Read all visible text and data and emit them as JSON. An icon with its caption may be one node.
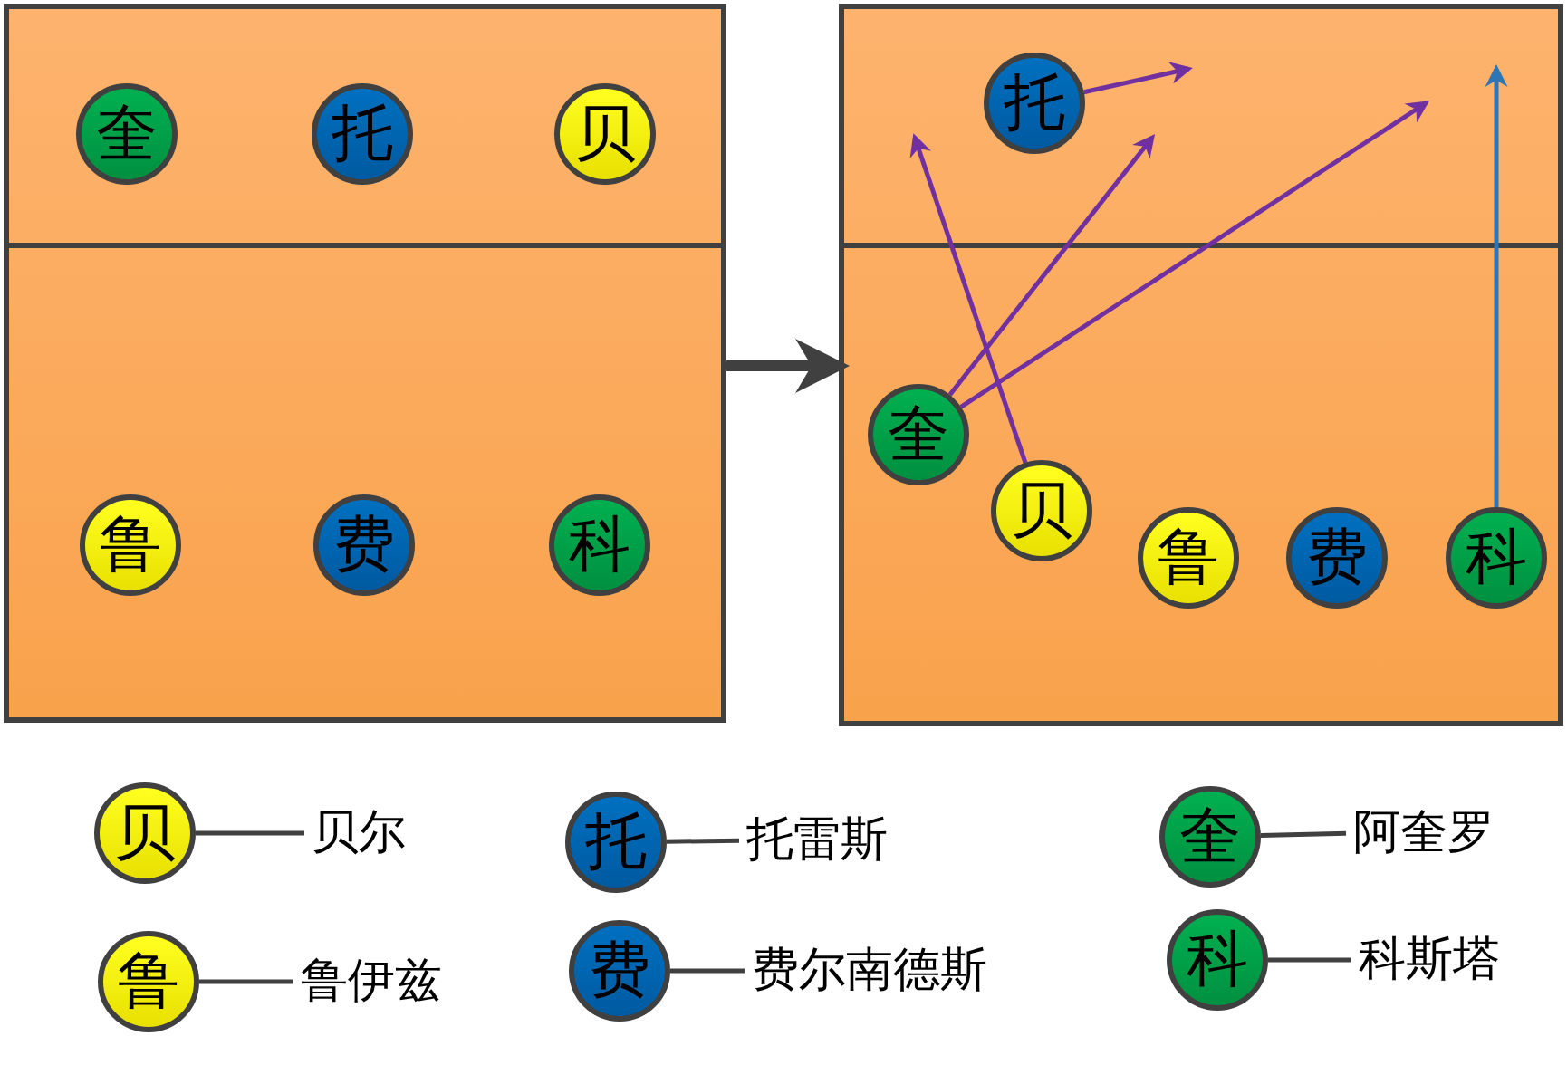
{
  "diagram": {
    "nodes": [
      {
        "text": [],
        "shape": "box"
      },
      {
        "text": [
          "奎"
        ],
        "in": 0
      },
      {
        "text": [
          "托"
        ],
        "in": 0
      },
      {
        "text": [
          "贝"
        ],
        "in": 0
      },
      {
        "text": [
          "鲁"
        ],
        "in": 0
      },
      {
        "text": [
          "费"
        ],
        "in": 0
      },
      {
        "text": [
          "科"
        ],
        "in": 0
      },
      {
        "text": [],
        "shape": "box"
      },
      {
        "text": [
          "托"
        ],
        "in": 7
      },
      {
        "text": [
          "奎"
        ],
        "in": 7
      },
      {
        "text": [
          "贝"
        ],
        "in": 7
      },
      {
        "text": [
          "鲁"
        ],
        "in": 7
      },
      {
        "text": [
          "费"
        ],
        "in": 7
      },
      {
        "text": [
          "科"
        ],
        "in": 7
      },
      {
        "text": [
          "贝"
        ]
      },
      {
        "text": [
          "贝尔"
        ]
      },
      {
        "text": [
          "托"
        ]
      },
      {
        "text": [
          "托雷斯"
        ]
      },
      {
        "text": [
          "奎"
        ]
      },
      {
        "text": [
          "阿奎罗"
        ]
      },
      {
        "text": [
          "鲁"
        ]
      },
      {
        "text": [
          "鲁伊兹"
        ]
      },
      {
        "text": [
          "费"
        ]
      },
      {
        "text": [
          "费尔南德斯"
        ]
      },
      {
        "text": [
          "科"
        ]
      },
      {
        "text": [
          "科斯塔"
        ]
      }
    ],
    "edges": [
      {
        "from": 0,
        "to": 7,
        "arrow": "to",
        "style": "thick"
      },
      {
        "from": 8,
        "to": null,
        "arrow": "to",
        "color": "#7030a0"
      },
      {
        "from": 9,
        "to": null,
        "arrow": "to",
        "color": "#7030a0"
      },
      {
        "from": 9,
        "to": null,
        "arrow": "to",
        "color": "#7030a0"
      },
      {
        "from": 10,
        "to": null,
        "arrow": "to",
        "color": "#7030a0"
      },
      {
        "from": 13,
        "to": null,
        "arrow": "to",
        "color": "#2e75b6"
      },
      {
        "from": 14,
        "to": 15,
        "arrow": "none"
      },
      {
        "from": 16,
        "to": 17,
        "arrow": "none"
      },
      {
        "from": 18,
        "to": 19,
        "arrow": "none"
      },
      {
        "from": 20,
        "to": 21,
        "arrow": "none"
      },
      {
        "from": 22,
        "to": 23,
        "arrow": "none"
      },
      {
        "from": 24,
        "to": 25,
        "arrow": "none"
      }
    ]
  }
}
